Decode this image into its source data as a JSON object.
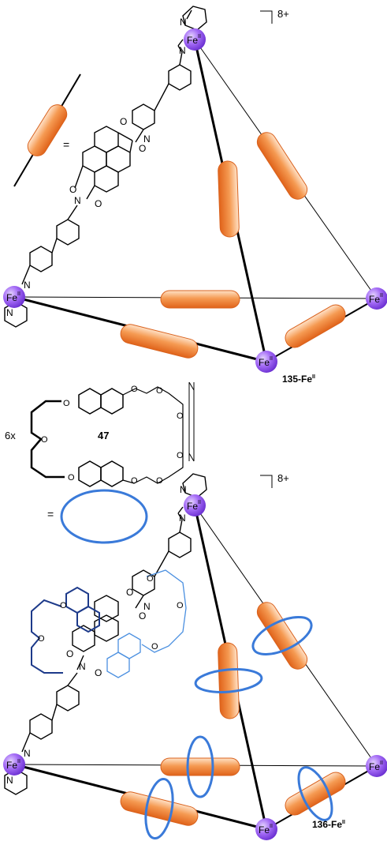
{
  "top_assembly": {
    "charge": "8+",
    "label_main": "135-Fe",
    "label_sup": "II",
    "metal_main": "Fe",
    "metal_sup": "II",
    "n_label": "N",
    "o_label": "O"
  },
  "legend": {
    "equals": "="
  },
  "middle": {
    "multiplier": "6x",
    "crown_label": "47",
    "o_label": "O",
    "ring_equals": "="
  },
  "bottom_assembly": {
    "charge": "8+",
    "label_main": "136-Fe",
    "label_sup": "II",
    "metal_main": "Fe",
    "metal_sup": "II",
    "n_label": "N",
    "o_label": "O"
  },
  "colors": {
    "rod_orange": "#f07d2a",
    "rod_light": "#ffd9b8",
    "iron_purple": "#9b5cf0",
    "ring_blue": "#3a7ad9",
    "dark_blue": "#1d3a8a",
    "light_blue": "#4a8fe0"
  }
}
